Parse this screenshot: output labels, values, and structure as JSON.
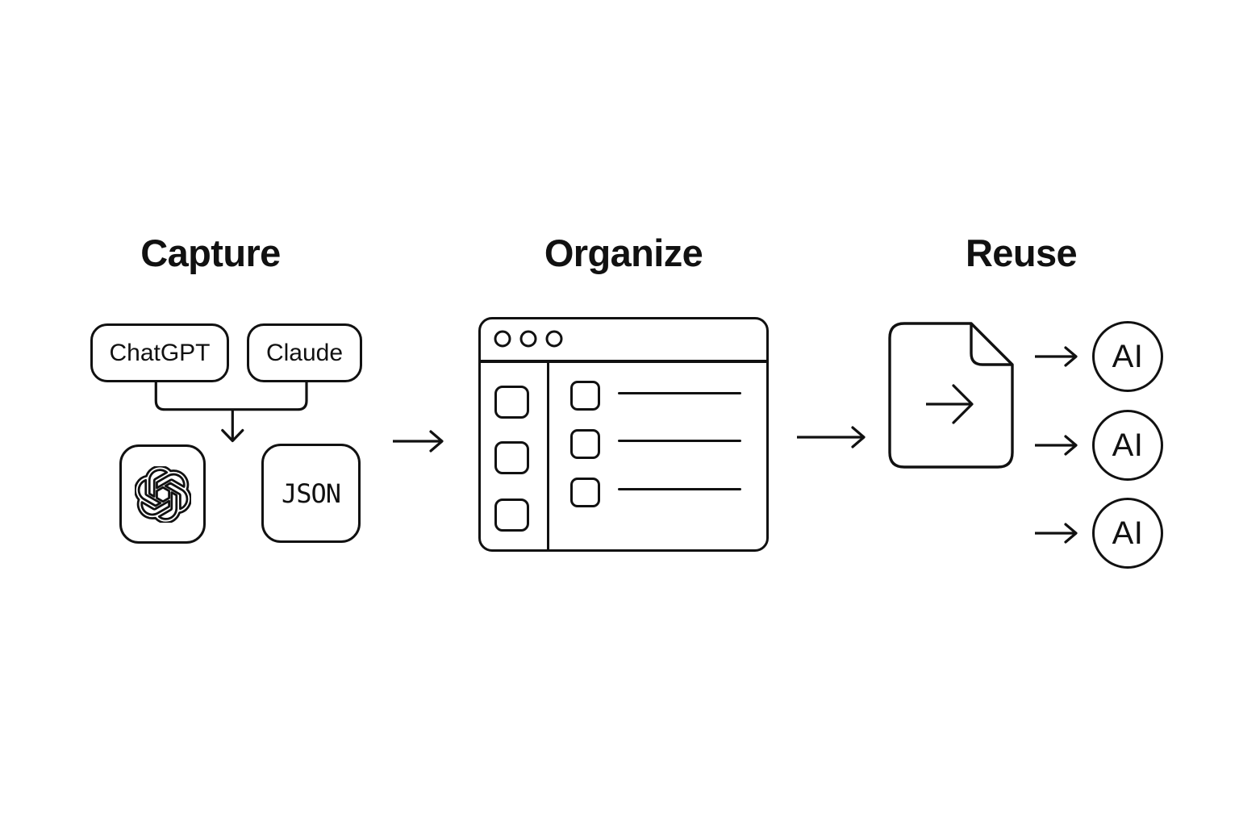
{
  "titles": {
    "capture": "Capture",
    "organize": "Organize",
    "reuse": "Reuse"
  },
  "capture": {
    "chips": [
      {
        "label": "ChatGPT"
      },
      {
        "label": "Claude"
      }
    ],
    "tiles": [
      {
        "icon": "openai-logo"
      },
      {
        "label": "JSON"
      }
    ]
  },
  "organize": {
    "window": {
      "traffic_dots": 3,
      "sidebar_tiles": 3,
      "list_rows": 3
    }
  },
  "reuse": {
    "ai_nodes": [
      {
        "label": "AI"
      },
      {
        "label": "AI"
      },
      {
        "label": "AI"
      }
    ]
  },
  "icons": {
    "openai-logo": "openai-knot-outline",
    "browser-window": "window-with-sidebar-and-list",
    "export-document": "document-fold-with-right-arrow",
    "flow-arrow": "→",
    "merge-arrow": "↓"
  },
  "colors": {
    "ink": "#111111",
    "bg": "#ffffff"
  }
}
